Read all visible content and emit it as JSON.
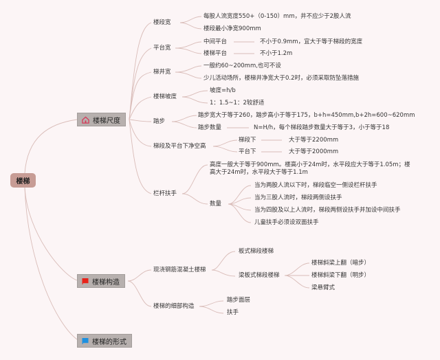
{
  "root": {
    "label": "楼梯",
    "color": "#c79c95"
  },
  "branches": [
    {
      "label": "楼梯尺度",
      "icon": "home-icon",
      "icon_color": "#d63a5a",
      "children": [
        {
          "label": "楼段宽",
          "items": [
            "每股人流宽度550+（0-150）mm，井不应少于2股人流",
            "楼段最小净宽900mm"
          ]
        },
        {
          "label": "平台宽",
          "items": [
            {
              "label": "中间平台",
              "value": "不小于0.9mm，宜大于等于梯段的宽度"
            },
            {
              "label": "楼梯平台",
              "value": "不小于1.2m"
            }
          ]
        },
        {
          "label": "梯井宽",
          "items": [
            "一般约60~200mm,也可不设",
            "少儿活动场所，楼梯井净宽大于0.2时，必须采取防坠落措施"
          ]
        },
        {
          "label": "楼梯坡度",
          "items": [
            "坡度=h/b",
            "1：1.5~1：2较舒适"
          ]
        },
        {
          "label": "踏步",
          "items": [
            "踏步宽大于等于260，踏步高小于等于175，b+h=450mm,b+2h=600~620mm",
            {
              "label": "踏步数量",
              "value": "N=H/h，每个梯段踏步数量大于等于3，小于等于18"
            }
          ]
        },
        {
          "label": "梯段及平台下净空高",
          "items": [
            {
              "label": "梯段下",
              "value": "大于等于2200mm"
            },
            {
              "label": "平台下",
              "value": "大于等于2000mm"
            }
          ]
        },
        {
          "label": "栏杆扶手",
          "items": [
            "高度一般大于等于900mm。楼高小于24m时，水平段应大于等于1.05m；楼高大于24m时，水平段大于等于1.1m",
            {
              "label": "数量",
              "values": [
                "当为两股人流以下时，梯段临空一侧设栏杆扶手",
                "当为三股人流时，梯段两侧设扶手",
                "当为四股及以上人流时，梯段两侧设扶手并加设中间扶手",
                "儿童扶手必须设双面扶手"
              ]
            }
          ]
        }
      ]
    },
    {
      "label": "楼梯构造",
      "icon": "red-flag-icon",
      "icon_color": "#e8231a",
      "children": [
        {
          "label": "现浇钢筋混凝土楼梯",
          "items": [
            "板式梯段楼梯",
            {
              "label": "梁板式梯段楼梯",
              "values": [
                "楼梯斜梁上翻（暗步）",
                "楼梯斜梁下翻（明步）",
                "梁悬臂式"
              ]
            }
          ]
        },
        {
          "label": "楼梯的细部构造",
          "items": [
            "踏步面层",
            "扶手"
          ]
        }
      ]
    },
    {
      "label": "楼梯的形式",
      "icon": "blue-flag-icon",
      "icon_color": "#1e90e0",
      "children": []
    }
  ],
  "line_color": "#d8b8b4"
}
